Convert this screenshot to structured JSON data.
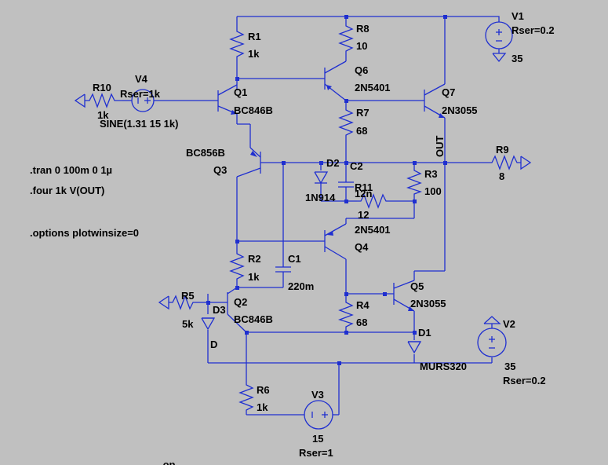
{
  "components": {
    "R1": {
      "ref": "R1",
      "val": "1k"
    },
    "R2": {
      "ref": "R2",
      "val": "1k"
    },
    "R3": {
      "ref": "R3",
      "val": "100"
    },
    "R4": {
      "ref": "R4",
      "val": "68"
    },
    "R5": {
      "ref": "R5",
      "val": "5k"
    },
    "R6": {
      "ref": "R6",
      "val": "1k"
    },
    "R7": {
      "ref": "R7",
      "val": "68"
    },
    "R8": {
      "ref": "R8",
      "val": "10"
    },
    "R9": {
      "ref": "R9",
      "val": "8"
    },
    "R10": {
      "ref": "R10",
      "val": "1k"
    },
    "R11": {
      "ref": "R11",
      "val": "12"
    },
    "C1": {
      "ref": "C1",
      "val": "220m"
    },
    "C2": {
      "ref": "C2",
      "val": "12n"
    },
    "D1": {
      "ref": "D1",
      "val": "MURS320"
    },
    "D2": {
      "ref": "D2",
      "val": "1N914"
    },
    "D3": {
      "ref": "D3",
      "val": "D"
    },
    "Q1": {
      "ref": "Q1",
      "val": "BC846B"
    },
    "Q2": {
      "ref": "Q2",
      "val": "BC846B"
    },
    "Q3": {
      "ref": "Q3",
      "val": "BC856B"
    },
    "Q4": {
      "ref": "Q4",
      "val": "2N5401"
    },
    "Q5": {
      "ref": "Q5",
      "val": "2N3055"
    },
    "Q6": {
      "ref": "Q6",
      "val": "2N5401"
    },
    "Q7": {
      "ref": "Q7",
      "val": "2N3055"
    },
    "V1": {
      "ref": "V1",
      "val": "35",
      "rser": "Rser=0.2"
    },
    "V2": {
      "ref": "V2",
      "val": "35",
      "rser": "Rser=0.2"
    },
    "V3": {
      "ref": "V3",
      "val": "15",
      "rser": "Rser=1"
    },
    "V4": {
      "ref": "V4",
      "rser": "Rser=1k",
      "func": "SINE(1.31 15 1k)"
    }
  },
  "net_labels": {
    "out": "OUT"
  },
  "directives": {
    "tran": ".tran 0 100m 0 1µ",
    "four": ".four 1k V(OUT)",
    "options": ".options plotwinsize=0",
    "op": ".op"
  }
}
